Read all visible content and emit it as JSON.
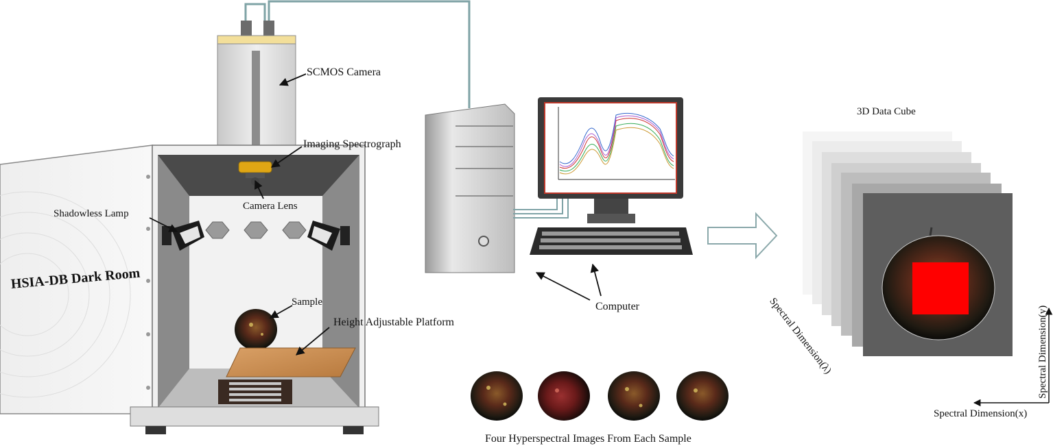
{
  "labels": {
    "scmos_camera": "SCMOS Camera",
    "imaging_spectrograph": "Imaging Spectrograph",
    "shadowless_lamp": "Shadowless Lamp",
    "camera_lens": "Camera Lens",
    "dark_room": "HSIA-DB Dark Room",
    "sample": "Sample",
    "height_platform": "Height Adjustable Platform",
    "computer": "Computer",
    "four_images": "Four Hyperspectral Images From Each Sample",
    "data_cube": "3D Data Cube",
    "spectral_lambda": "Spectral Dimension(λ)",
    "spectral_y": "Spectral Dimension(y)",
    "spectral_x": "Spectral Dimension(x)"
  },
  "colors": {
    "cable": "#7fa3a6",
    "platform_wood": "#c98b4e",
    "roi_red": "#ff0000",
    "spectrograph_gold": "#e0a614",
    "chart_frame": "#c0392b"
  },
  "icons": [
    "camera-icon",
    "spectrograph-icon",
    "lamp-icon",
    "computer-tower-icon",
    "monitor-icon",
    "keyboard-icon",
    "apple-icon",
    "arrow-right-icon",
    "data-cube-icon"
  ]
}
